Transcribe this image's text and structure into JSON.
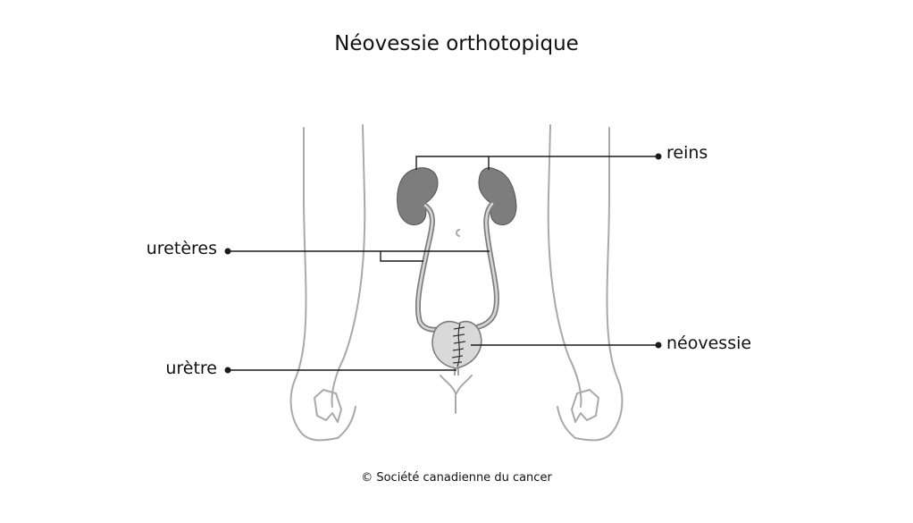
{
  "title": "Néovessie orthotopique",
  "labels": {
    "reins": "reins",
    "ureteres": "uretères",
    "neovessie": "néovessie",
    "uretre": "urètre"
  },
  "copyright": "© Société canadienne du cancer",
  "colors": {
    "kidney": "#7d7d7d",
    "neobladder": "#d9d9d9",
    "body_outline": "#a9a9a9",
    "leader_line": "#1a1a1a"
  }
}
